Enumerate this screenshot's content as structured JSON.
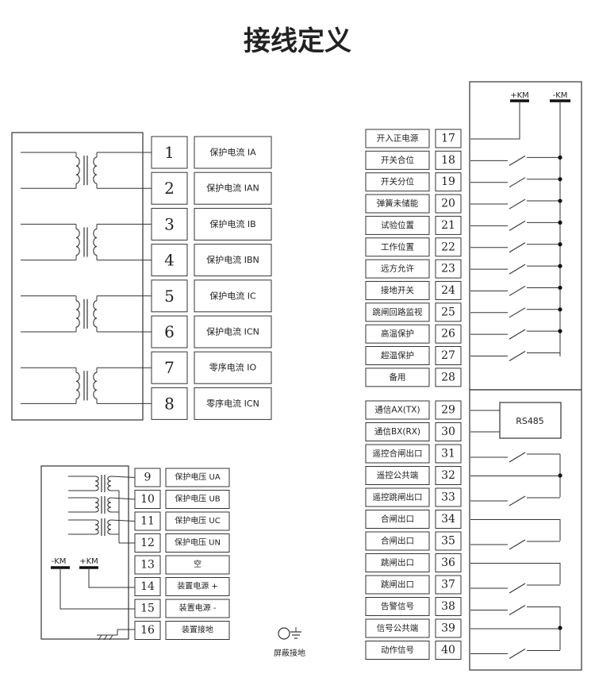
{
  "title": "接线定义",
  "ct_group": {
    "terminals": [
      {
        "num": "1",
        "label": "保护电流 IA"
      },
      {
        "num": "2",
        "label": "保护电流 IAN"
      },
      {
        "num": "3",
        "label": "保护电流 IB"
      },
      {
        "num": "4",
        "label": "保护电流 IBN"
      },
      {
        "num": "5",
        "label": "保护电流 IC"
      },
      {
        "num": "6",
        "label": "保护电流 ICN"
      },
      {
        "num": "7",
        "label": "零序电流 IO"
      },
      {
        "num": "8",
        "label": "零序电流 ICN"
      }
    ]
  },
  "pt_group": {
    "terminals": [
      {
        "num": "9",
        "label": "保护电压 UA"
      },
      {
        "num": "10",
        "label": "保护电压 UB"
      },
      {
        "num": "11",
        "label": "保护电压 UC"
      },
      {
        "num": "12",
        "label": "保护电压 UN"
      },
      {
        "num": "13",
        "label": "空"
      },
      {
        "num": "14",
        "label": "装置电源 +"
      },
      {
        "num": "15",
        "label": "装置电源 -"
      },
      {
        "num": "16",
        "label": "装置接地"
      }
    ],
    "supply_neg": "-KM",
    "supply_pos": "+KM"
  },
  "shield_ground": {
    "label": "屏蔽接地"
  },
  "binary_inputs": {
    "bus_pos": "+KM",
    "bus_neg": "-KM",
    "terminals": [
      {
        "num": "17",
        "label": "开入正电源"
      },
      {
        "num": "18",
        "label": "开关合位"
      },
      {
        "num": "19",
        "label": "开关分位"
      },
      {
        "num": "20",
        "label": "弹簧未储能"
      },
      {
        "num": "21",
        "label": "试验位置"
      },
      {
        "num": "22",
        "label": "工作位置"
      },
      {
        "num": "23",
        "label": "远方允许"
      },
      {
        "num": "24",
        "label": "接地开关"
      },
      {
        "num": "25",
        "label": "跳闸回路监视"
      },
      {
        "num": "26",
        "label": "高温保护"
      },
      {
        "num": "27",
        "label": "超温保护"
      },
      {
        "num": "28",
        "label": "备用"
      }
    ]
  },
  "outputs": {
    "comm_label": "RS485",
    "terminals": [
      {
        "num": "29",
        "label": "通信AX(TX)"
      },
      {
        "num": "30",
        "label": "通信BX(RX)"
      },
      {
        "num": "31",
        "label": "遥控合闸出口"
      },
      {
        "num": "32",
        "label": "遥控公共端"
      },
      {
        "num": "33",
        "label": "遥控跳闸出口"
      },
      {
        "num": "34",
        "label": "合闸出口"
      },
      {
        "num": "35",
        "label": "合闸出口"
      },
      {
        "num": "36",
        "label": "跳闸出口"
      },
      {
        "num": "37",
        "label": "跳闸出口"
      },
      {
        "num": "38",
        "label": "告警信号"
      },
      {
        "num": "39",
        "label": "信号公共端"
      },
      {
        "num": "40",
        "label": "动作信号"
      }
    ]
  }
}
